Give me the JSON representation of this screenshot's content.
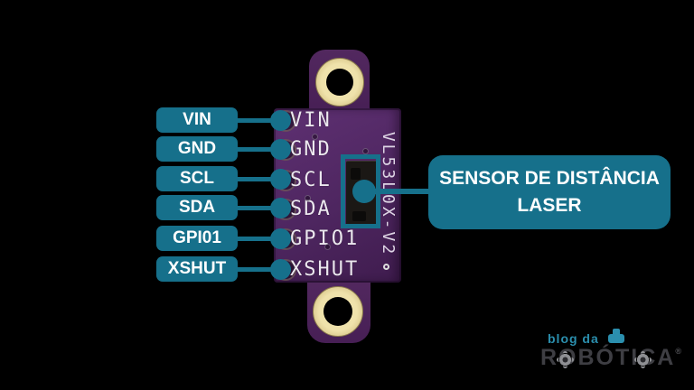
{
  "colors": {
    "accent_teal": "#16708b",
    "pcb_purple": "#4e2660",
    "pad_gold": "#d8c88f",
    "silkscreen_white": "#ece7ef",
    "sensor_black": "#1b1815",
    "logo_teal": "#2b8fae",
    "logo_gray": "#3e3e43"
  },
  "pins": [
    {
      "label": "VIN",
      "silkscreen": "VIN"
    },
    {
      "label": "GND",
      "silkscreen": "GND"
    },
    {
      "label": "SCL",
      "silkscreen": "SCL"
    },
    {
      "label": "SDA",
      "silkscreen": "SDA"
    },
    {
      "label": "GPI01",
      "silkscreen": "GPIO1"
    },
    {
      "label": "XSHUT",
      "silkscreen": "XSHUT"
    }
  ],
  "board": {
    "marking": "VL53L0X-V2"
  },
  "callout": {
    "line1": "SENSOR DE DISTÂNCIA",
    "line2": "LASER"
  },
  "logo": {
    "tagline": "blog da",
    "brand": "ROBÓTICA",
    "registered": "®"
  }
}
